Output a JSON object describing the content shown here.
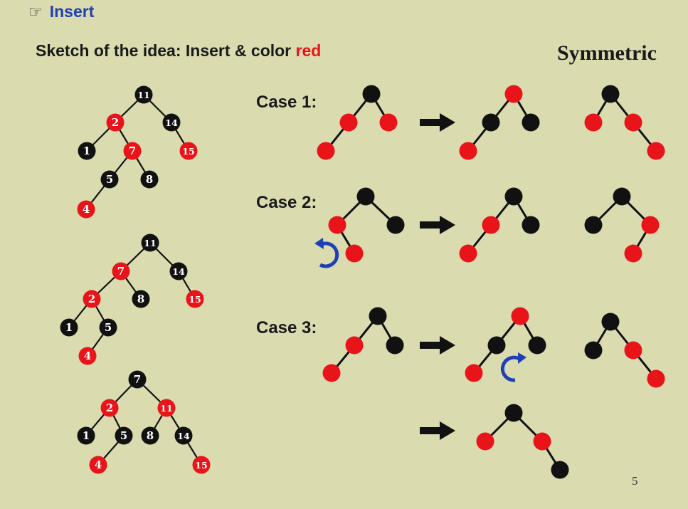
{
  "heading": {
    "icon": "pointing-hand-icon",
    "text": "Insert"
  },
  "subtitle": {
    "prefix": "Sketch of the idea: Insert & color ",
    "highlight": "red"
  },
  "symmetric_label": "Symmetric",
  "cases": [
    {
      "label": "Case 1:"
    },
    {
      "label": "Case 2:"
    },
    {
      "label": "Case 3:"
    }
  ],
  "page_number": "5",
  "colors": {
    "background": "#dadbaf",
    "red_node": "#e8141a",
    "black_node": "#111111",
    "rotate_arrow": "#1f3fb5",
    "heading": "#1f3fb5"
  },
  "example_trees": [
    {
      "nodes": [
        {
          "id": "n11",
          "key": "11",
          "color": "black"
        },
        {
          "id": "n2",
          "key": "2",
          "color": "red"
        },
        {
          "id": "n14",
          "key": "14",
          "color": "black"
        },
        {
          "id": "n1",
          "key": "1",
          "color": "black"
        },
        {
          "id": "n7",
          "key": "7",
          "color": "red"
        },
        {
          "id": "n15",
          "key": "15",
          "color": "red"
        },
        {
          "id": "n5",
          "key": "5",
          "color": "black"
        },
        {
          "id": "n8",
          "key": "8",
          "color": "black"
        },
        {
          "id": "n4",
          "key": "4",
          "color": "red"
        }
      ],
      "edges": [
        [
          "n11",
          "n2"
        ],
        [
          "n11",
          "n14"
        ],
        [
          "n2",
          "n1"
        ],
        [
          "n2",
          "n7"
        ],
        [
          "n14",
          "n15"
        ],
        [
          "n7",
          "n5"
        ],
        [
          "n7",
          "n8"
        ],
        [
          "n5",
          "n4"
        ]
      ]
    },
    {
      "nodes": [
        {
          "id": "n11",
          "key": "11",
          "color": "black"
        },
        {
          "id": "n7",
          "key": "7",
          "color": "red"
        },
        {
          "id": "n14",
          "key": "14",
          "color": "black"
        },
        {
          "id": "n2",
          "key": "2",
          "color": "red"
        },
        {
          "id": "n8",
          "key": "8",
          "color": "black"
        },
        {
          "id": "n15",
          "key": "15",
          "color": "red"
        },
        {
          "id": "n1",
          "key": "1",
          "color": "black"
        },
        {
          "id": "n5",
          "key": "5",
          "color": "black"
        },
        {
          "id": "n4",
          "key": "4",
          "color": "red"
        }
      ],
      "edges": [
        [
          "n11",
          "n7"
        ],
        [
          "n11",
          "n14"
        ],
        [
          "n7",
          "n2"
        ],
        [
          "n7",
          "n8"
        ],
        [
          "n14",
          "n15"
        ],
        [
          "n2",
          "n1"
        ],
        [
          "n2",
          "n5"
        ],
        [
          "n5",
          "n4"
        ]
      ]
    },
    {
      "nodes": [
        {
          "id": "n7",
          "key": "7",
          "color": "black"
        },
        {
          "id": "n2",
          "key": "2",
          "color": "red"
        },
        {
          "id": "n11",
          "key": "11",
          "color": "red"
        },
        {
          "id": "n1",
          "key": "1",
          "color": "black"
        },
        {
          "id": "n5",
          "key": "5",
          "color": "black"
        },
        {
          "id": "n8",
          "key": "8",
          "color": "black"
        },
        {
          "id": "n14",
          "key": "14",
          "color": "black"
        },
        {
          "id": "n4",
          "key": "4",
          "color": "red"
        },
        {
          "id": "n15",
          "key": "15",
          "color": "red"
        }
      ],
      "edges": [
        [
          "n7",
          "n2"
        ],
        [
          "n7",
          "n11"
        ],
        [
          "n2",
          "n1"
        ],
        [
          "n2",
          "n5"
        ],
        [
          "n11",
          "n8"
        ],
        [
          "n11",
          "n14"
        ],
        [
          "n5",
          "n4"
        ],
        [
          "n14",
          "n15"
        ]
      ]
    }
  ],
  "case_trees": [
    {
      "id": "c1-before",
      "nodes": [
        {
          "id": "a",
          "color": "black"
        },
        {
          "id": "b",
          "color": "red"
        },
        {
          "id": "c",
          "color": "red"
        },
        {
          "id": "d",
          "color": "red"
        }
      ],
      "edges": [
        [
          "a",
          "b"
        ],
        [
          "a",
          "c"
        ],
        [
          "b",
          "d"
        ]
      ]
    },
    {
      "id": "c1-after",
      "nodes": [
        {
          "id": "a",
          "color": "red"
        },
        {
          "id": "b",
          "color": "black"
        },
        {
          "id": "c",
          "color": "black"
        },
        {
          "id": "d",
          "color": "red"
        }
      ],
      "edges": [
        [
          "a",
          "b"
        ],
        [
          "a",
          "c"
        ],
        [
          "b",
          "d"
        ]
      ]
    },
    {
      "id": "c1-symmetric",
      "nodes": [
        {
          "id": "a",
          "color": "black"
        },
        {
          "id": "b",
          "color": "red"
        },
        {
          "id": "c",
          "color": "red"
        },
        {
          "id": "d",
          "color": "red"
        }
      ],
      "edges": [
        [
          "a",
          "b"
        ],
        [
          "a",
          "c"
        ],
        [
          "c",
          "d"
        ]
      ]
    },
    {
      "id": "c2-before",
      "nodes": [
        {
          "id": "a",
          "color": "black"
        },
        {
          "id": "b",
          "color": "red"
        },
        {
          "id": "c",
          "color": "black"
        },
        {
          "id": "d",
          "color": "red"
        }
      ],
      "edges": [
        [
          "a",
          "b"
        ],
        [
          "a",
          "c"
        ],
        [
          "b",
          "d"
        ]
      ]
    },
    {
      "id": "c2-after",
      "nodes": [
        {
          "id": "a",
          "color": "black"
        },
        {
          "id": "b",
          "color": "red"
        },
        {
          "id": "c",
          "color": "black"
        },
        {
          "id": "d",
          "color": "red"
        }
      ],
      "edges": [
        [
          "a",
          "b"
        ],
        [
          "a",
          "c"
        ],
        [
          "b",
          "d"
        ]
      ]
    },
    {
      "id": "c2-symmetric",
      "nodes": [
        {
          "id": "a",
          "color": "black"
        },
        {
          "id": "b",
          "color": "black"
        },
        {
          "id": "c",
          "color": "red"
        },
        {
          "id": "d",
          "color": "red"
        }
      ],
      "edges": [
        [
          "a",
          "b"
        ],
        [
          "a",
          "c"
        ],
        [
          "c",
          "d"
        ]
      ]
    },
    {
      "id": "c3-before",
      "nodes": [
        {
          "id": "a",
          "color": "black"
        },
        {
          "id": "b",
          "color": "red"
        },
        {
          "id": "c",
          "color": "black"
        },
        {
          "id": "d",
          "color": "red"
        }
      ],
      "edges": [
        [
          "a",
          "b"
        ],
        [
          "a",
          "c"
        ],
        [
          "b",
          "d"
        ]
      ]
    },
    {
      "id": "c3-after",
      "nodes": [
        {
          "id": "a",
          "color": "red"
        },
        {
          "id": "b",
          "color": "black"
        },
        {
          "id": "c",
          "color": "black"
        },
        {
          "id": "d",
          "color": "red"
        }
      ],
      "edges": [
        [
          "a",
          "b"
        ],
        [
          "a",
          "c"
        ],
        [
          "b",
          "d"
        ]
      ]
    },
    {
      "id": "c3-symmetric",
      "nodes": [
        {
          "id": "a",
          "color": "black"
        },
        {
          "id": "b",
          "color": "black"
        },
        {
          "id": "c",
          "color": "red"
        },
        {
          "id": "d",
          "color": "red"
        }
      ],
      "edges": [
        [
          "a",
          "b"
        ],
        [
          "a",
          "c"
        ],
        [
          "c",
          "d"
        ]
      ]
    },
    {
      "id": "c3-rotated",
      "nodes": [
        {
          "id": "a",
          "color": "black"
        },
        {
          "id": "b",
          "color": "red"
        },
        {
          "id": "c",
          "color": "red"
        },
        {
          "id": "d",
          "color": "black"
        }
      ],
      "edges": [
        [
          "a",
          "b"
        ],
        [
          "a",
          "c"
        ],
        [
          "c",
          "d"
        ]
      ]
    }
  ],
  "arrows": [
    {
      "id": "transform-arrow-case1",
      "icon": "right-arrow-icon"
    },
    {
      "id": "transform-arrow-case2",
      "icon": "right-arrow-icon"
    },
    {
      "id": "transform-arrow-case3",
      "icon": "right-arrow-icon"
    },
    {
      "id": "transform-arrow-case3-rotated",
      "icon": "right-arrow-icon"
    }
  ],
  "rotations": [
    {
      "id": "rotate-left-arrow-case2",
      "icon": "counterclockwise-rotate-icon"
    },
    {
      "id": "rotate-right-arrow-case3",
      "icon": "clockwise-rotate-icon"
    }
  ]
}
